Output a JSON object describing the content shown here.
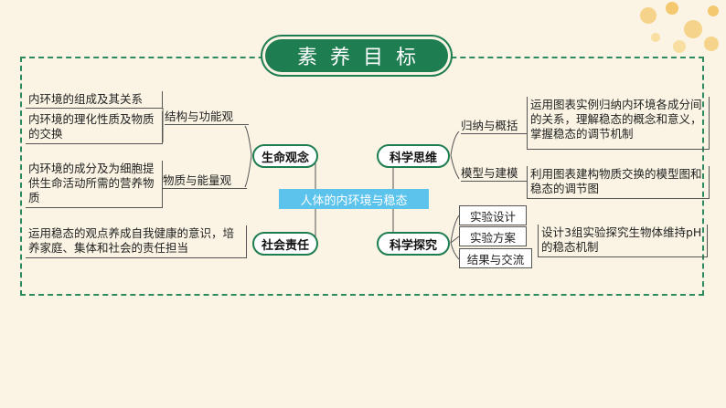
{
  "title": "素养目标",
  "center": "人体的内环境与稳态",
  "nodes": {
    "life": "生命观念",
    "science_thinking": "科学思维",
    "social": "社会责任",
    "inquiry": "科学探究"
  },
  "life": {
    "structure_label": "结构与功能观",
    "structure_items": [
      "内环境的组成及其关系",
      "内环境的理化性质及物质的交换"
    ],
    "energy_label": "物质与能量观",
    "energy_items": [
      "内环境的成分及为细胞提供生命活动所需的营养物质"
    ]
  },
  "social": {
    "text": "运用稳态的观点养成自我健康的意识，培养家庭、集体和社会的责任担当"
  },
  "science_thinking": {
    "induction_label": "归纳与概括",
    "induction_text": "运用图表实例归纳内环境各成分间的关系，理解稳态的概念和意义，掌握稳态的调节机制",
    "model_label": "模型与建模",
    "model_text": "利用图表建构物质交换的模型图和稳态的调节图"
  },
  "inquiry": {
    "steps": [
      "实验设计",
      "实验方案",
      "结果与交流"
    ],
    "plan_text": "设计3组实验探究生物体维持pH的稳态机制"
  }
}
